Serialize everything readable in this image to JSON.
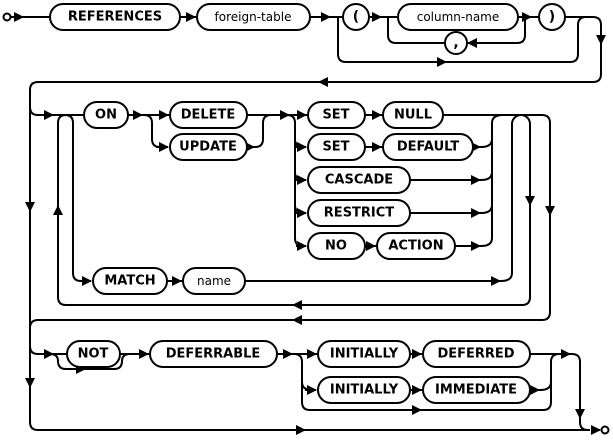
{
  "diagram": {
    "colors": {
      "line": "#000000",
      "node_fill": "#ffffff",
      "text": "#000000"
    },
    "nodes": {
      "references": {
        "label": "REFERENCES",
        "kind": "keyword"
      },
      "foreign_table": {
        "label": "foreign-table",
        "kind": "nonterminal"
      },
      "open_paren": {
        "label": "(",
        "kind": "literal"
      },
      "column_name": {
        "label": "column-name",
        "kind": "nonterminal"
      },
      "comma": {
        "label": ",",
        "kind": "literal"
      },
      "close_paren": {
        "label": ")",
        "kind": "literal"
      },
      "on": {
        "label": "ON",
        "kind": "keyword"
      },
      "delete": {
        "label": "DELETE",
        "kind": "keyword"
      },
      "update": {
        "label": "UPDATE",
        "kind": "keyword"
      },
      "set_1": {
        "label": "SET",
        "kind": "keyword"
      },
      "null": {
        "label": "NULL",
        "kind": "keyword"
      },
      "set_2": {
        "label": "SET",
        "kind": "keyword"
      },
      "default": {
        "label": "DEFAULT",
        "kind": "keyword"
      },
      "cascade": {
        "label": "CASCADE",
        "kind": "keyword"
      },
      "restrict": {
        "label": "RESTRICT",
        "kind": "keyword"
      },
      "no": {
        "label": "NO",
        "kind": "keyword"
      },
      "action": {
        "label": "ACTION",
        "kind": "keyword"
      },
      "match": {
        "label": "MATCH",
        "kind": "keyword"
      },
      "name": {
        "label": "name",
        "kind": "nonterminal"
      },
      "not": {
        "label": "NOT",
        "kind": "keyword"
      },
      "deferrable": {
        "label": "DEFERRABLE",
        "kind": "keyword"
      },
      "initially_1": {
        "label": "INITIALLY",
        "kind": "keyword"
      },
      "deferred": {
        "label": "DEFERRED",
        "kind": "keyword"
      },
      "initially_2": {
        "label": "INITIALLY",
        "kind": "keyword"
      },
      "immediate": {
        "label": "IMMEDIATE",
        "kind": "keyword"
      }
    }
  }
}
